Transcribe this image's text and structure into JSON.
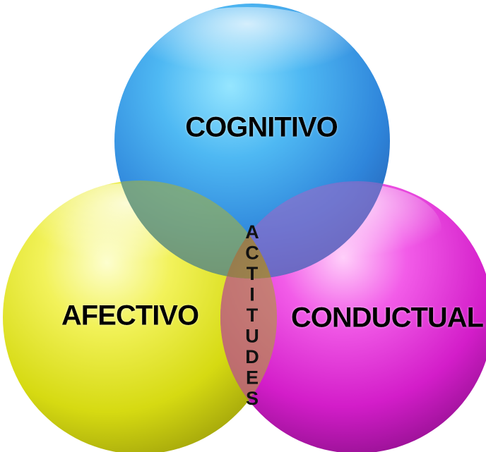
{
  "diagram": {
    "top_circle": {
      "label": "COGNITIVO",
      "color": "#1e7fe0",
      "light": "#9fe4ff"
    },
    "left_circle": {
      "label": "AFECTIVO",
      "color": "#d8dc14",
      "light": "#fbfdb8"
    },
    "right_circle": {
      "label": "CONDUCTUAL",
      "color": "#d81ecf",
      "light": "#fbc2f6"
    },
    "center_word": "ACTITUDES",
    "center_letters": [
      "A",
      "C",
      "T",
      "I",
      "T",
      "U",
      "D",
      "E",
      "S"
    ]
  }
}
